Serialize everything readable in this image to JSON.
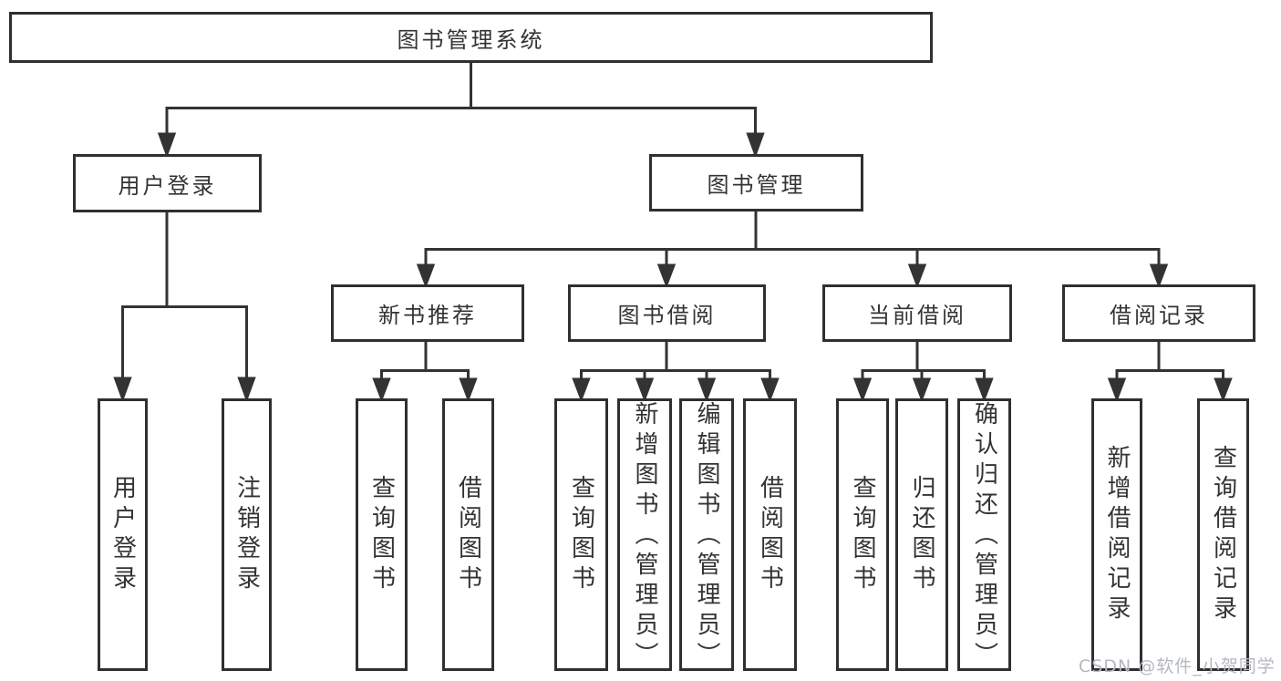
{
  "diagram": {
    "title": "图书管理系统",
    "user_login": {
      "label": "用户登录",
      "leaves": [
        "用户登录",
        "注销登录"
      ]
    },
    "book_management": {
      "label": "图书管理",
      "sections": [
        {
          "label": "新书推荐",
          "leaves": [
            "查询图书",
            "借阅图书"
          ]
        },
        {
          "label": "图书借阅",
          "leaves": [
            "查询图书",
            "新增图书（管理员）",
            "编辑图书（管理员）",
            "借阅图书"
          ]
        },
        {
          "label": "当前借阅",
          "leaves": [
            "查询图书",
            "归还图书",
            "确认归还（管理员）"
          ]
        },
        {
          "label": "借阅记录",
          "leaves": [
            "新增借阅记录",
            "查询借阅记录"
          ]
        }
      ]
    }
  },
  "watermark": "CSDN @软件_小贺同学",
  "colors": {
    "line": "#333333",
    "box_border": "#2f2f2f",
    "text": "#333333",
    "watermark": "#b4b8bf",
    "background": "#ffffff"
  }
}
